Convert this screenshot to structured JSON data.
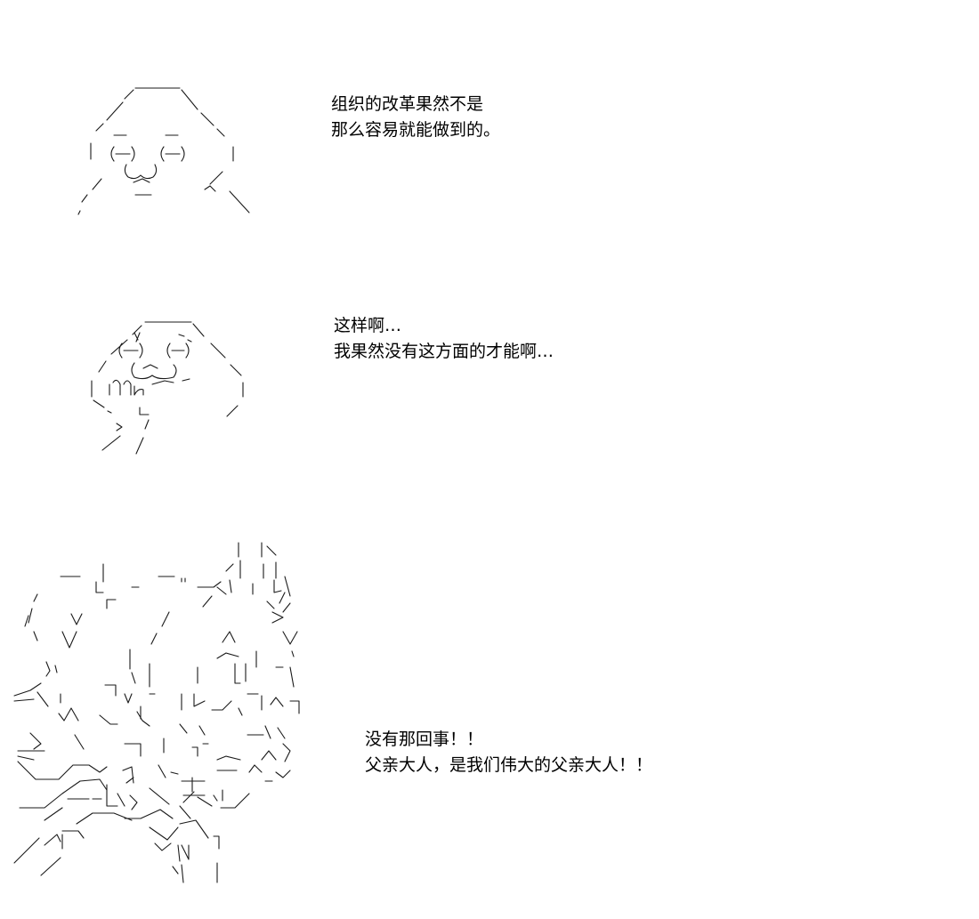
{
  "panels": [
    {
      "figure_icon": "ascii-art-character-thinking",
      "lines": [
        "组织的改革果然不是",
        "那么容易就能做到的。"
      ]
    },
    {
      "figure_icon": "ascii-art-character-dejected",
      "lines": [
        "这样啊…",
        "我果然没有这方面的才能啊…"
      ]
    },
    {
      "figure_icon": "ascii-art-character-shouting",
      "lines": [
        "没有那回事！！",
        "父亲大人，是我们伟大的父亲大人！！"
      ]
    }
  ]
}
